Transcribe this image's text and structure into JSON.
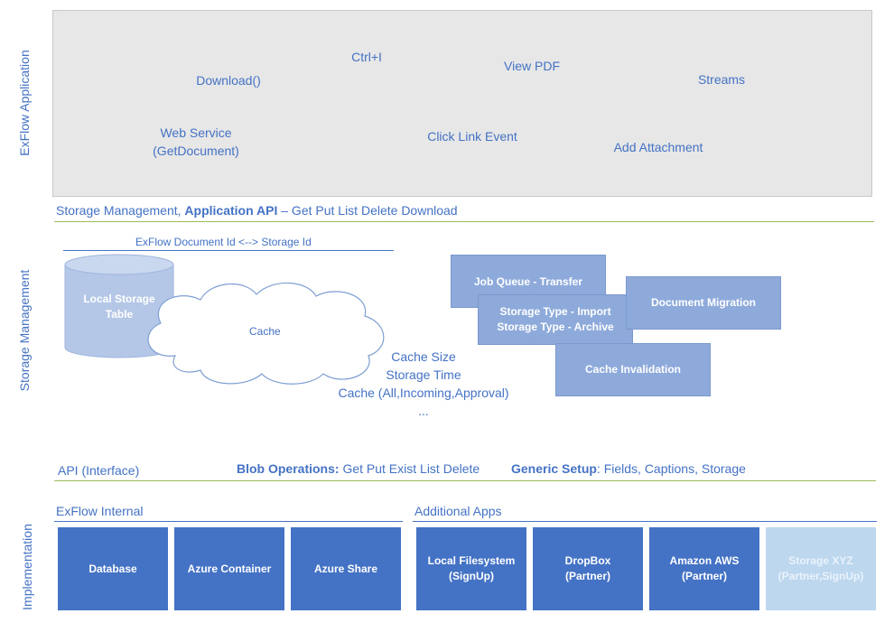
{
  "sections": {
    "app": "ExFlow Application",
    "storage": "Storage Management",
    "impl": "Implementation"
  },
  "app_items": {
    "download": "Download()",
    "ctrl_i": "Ctrl+I",
    "view_pdf": "View PDF",
    "streams": "Streams",
    "web_service_1": "Web Service",
    "web_service_2": "(GetDocument)",
    "click_link": "Click Link Event",
    "add_attachment": "Add Attachment"
  },
  "storage_header": {
    "prefix": "Storage Management, ",
    "api_bold": "Application API",
    "suffix": " – Get Put List Delete Download"
  },
  "mapping_label": "ExFlow Document Id <--> Storage Id",
  "local_storage": {
    "line1": "Local Storage",
    "line2": "Table"
  },
  "cache_label": "Cache",
  "cache_params": {
    "size": "Cache Size",
    "time": "Storage Time",
    "modes": "Cache (All,Incoming,Approval)",
    "more": "..."
  },
  "sm_boxes": {
    "job_queue": "Job Queue - Transfer",
    "storage_type_1": "Storage Type - Import",
    "storage_type_2": "Storage Type - Archive",
    "doc_migration": "Document Migration",
    "cache_invalidation": "Cache Invalidation"
  },
  "api_row": {
    "api": "API (Interface)",
    "blob_bold": "Blob Operations:",
    "blob_rest": " Get Put Exist List Delete",
    "generic_bold": "Generic Setup",
    "generic_rest": ": Fields, Captions, Storage"
  },
  "internal": {
    "title": "ExFlow Internal",
    "database": "Database",
    "azure_container": "Azure Container",
    "azure_share": "Azure Share"
  },
  "additional": {
    "title": "Additional Apps",
    "local_fs_1": "Local Filesystem",
    "local_fs_2": "(SignUp)",
    "dropbox_1": "DropBox",
    "dropbox_2": "(Partner)",
    "aws_1": "Amazon AWS",
    "aws_2": "(Partner)",
    "xyz_1": "Storage XYZ",
    "xyz_2": "(Partner,SignUp)"
  },
  "colors": {
    "accent": "#4472c4",
    "box_light": "#8eaadb",
    "divider": "#9bbb59",
    "faded": "#bdd7ee"
  }
}
